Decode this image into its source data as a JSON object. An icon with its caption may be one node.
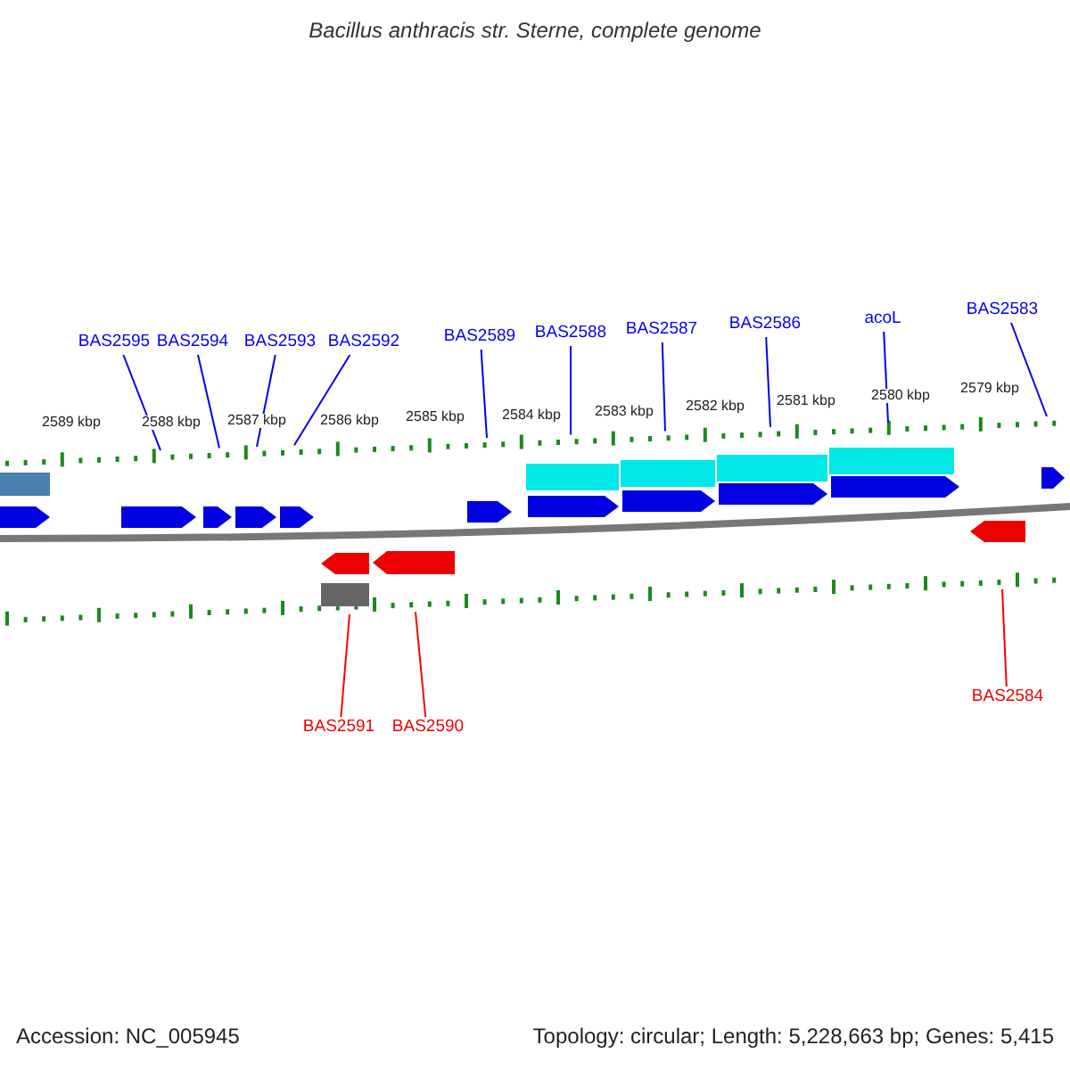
{
  "diagram": {
    "title": "Bacillus anthracis str. Sterne, complete genome",
    "nodes": [
      {
        "text": [
          "BAS2595"
        ]
      },
      {
        "text": [
          "BAS2594"
        ]
      },
      {
        "text": [
          "BAS2593"
        ]
      },
      {
        "text": [
          "BAS2592"
        ]
      },
      {
        "text": [
          "BAS2589"
        ]
      },
      {
        "text": [
          "BAS2588"
        ]
      },
      {
        "text": [
          "BAS2587"
        ]
      },
      {
        "text": [
          "BAS2586"
        ]
      },
      {
        "text": [
          "acoL"
        ]
      },
      {
        "text": [
          "BAS2583"
        ]
      },
      {
        "text": [
          "BAS2591"
        ]
      },
      {
        "text": [
          "BAS2590"
        ]
      },
      {
        "text": [
          "BAS2584"
        ]
      },
      {
        "text": [],
        "shape": "line"
      },
      {
        "text": [],
        "shape": "line"
      }
    ],
    "edges": [
      {
        "from": 0,
        "to": 13,
        "arrow": "none"
      },
      {
        "from": 1,
        "to": 13,
        "arrow": "none"
      },
      {
        "from": 2,
        "to": 13,
        "arrow": "none"
      },
      {
        "from": 3,
        "to": 13,
        "arrow": "none"
      },
      {
        "from": 4,
        "to": 13,
        "arrow": "none"
      },
      {
        "from": 5,
        "to": 13,
        "arrow": "none"
      },
      {
        "from": 6,
        "to": 13,
        "arrow": "none"
      },
      {
        "from": 7,
        "to": 13,
        "arrow": "none"
      },
      {
        "from": 8,
        "to": 13,
        "arrow": "none"
      },
      {
        "from": 9,
        "to": 13,
        "arrow": "none"
      },
      {
        "from": 10,
        "to": 14,
        "arrow": "none",
        "color": "#ff0000"
      },
      {
        "from": 11,
        "to": 14,
        "arrow": "none",
        "color": "#ff0000"
      },
      {
        "from": 12,
        "to": 14,
        "arrow": "none",
        "color": "#ff0000"
      }
    ],
    "labels": [
      "2589 kbp",
      "2588 kbp",
      "2587 kbp",
      "2586 kbp",
      "2585 kbp",
      "2584 kbp",
      "2583 kbp",
      "2582 kbp",
      "2581 kbp",
      "2580 kbp",
      "2579 kbp",
      "Accession: NC_005945",
      "Topology: circular; Length: 5,228,663 bp; Genes: 5,415"
    ]
  }
}
